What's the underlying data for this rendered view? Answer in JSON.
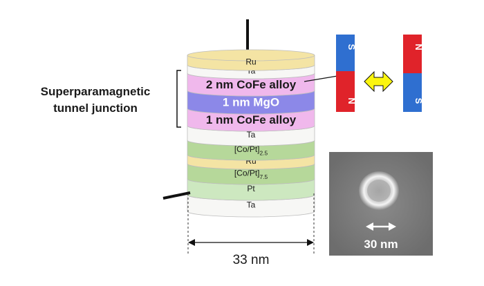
{
  "colors": {
    "Ru": "#f4e4a4",
    "Ta": "#f7f7f5",
    "CoFe": "#f0b8ec",
    "MgO": "#8c88e8",
    "CoPt": "#b6d89a",
    "Pt": "#cde8c0",
    "magnet_red": "#e0232a",
    "magnet_blue": "#2f6fd0",
    "arrow_yellow": "#fbf50f",
    "sem_bg": "#7a7a7a"
  },
  "layers": [
    {
      "id": "ru-top",
      "label": "Ru",
      "material": "Ru",
      "bold": false
    },
    {
      "id": "ta-top",
      "label": "Ta",
      "material": "Ta",
      "bold": false
    },
    {
      "id": "cofe-top",
      "label": "2 nm CoFe alloy",
      "material": "CoFe",
      "bold": true
    },
    {
      "id": "mgo",
      "label": "1 nm MgO",
      "material": "MgO",
      "bold": true
    },
    {
      "id": "cofe-bottom",
      "label": "1 nm CoFe alloy",
      "material": "CoFe",
      "bold": true
    },
    {
      "id": "ta-mid",
      "label": "Ta",
      "material": "Ta",
      "bold": false
    },
    {
      "id": "copt-top",
      "label": "[Co/Pt]",
      "sub": "2.5",
      "material": "CoPt",
      "bold": false
    },
    {
      "id": "ru-mid",
      "label": "Ru",
      "material": "Ru",
      "bold": false
    },
    {
      "id": "copt-bottom",
      "label": "[Co/Pt]",
      "sub": "7.5",
      "material": "CoPt",
      "bold": false
    },
    {
      "id": "pt",
      "label": "Pt",
      "material": "Pt",
      "bold": false
    },
    {
      "id": "ta-bottom",
      "label": "Ta",
      "material": "Ta",
      "bold": false
    }
  ],
  "bracket_label": {
    "line1": "Superparamagnetic",
    "line2": "tunnel junction"
  },
  "dimension_label": "33 nm",
  "magnets": {
    "left": {
      "top_pole": "S",
      "bottom_pole": "N"
    },
    "right": {
      "top_pole": "N",
      "bottom_pole": "S"
    }
  },
  "sem": {
    "scale_label": "30 nm"
  }
}
